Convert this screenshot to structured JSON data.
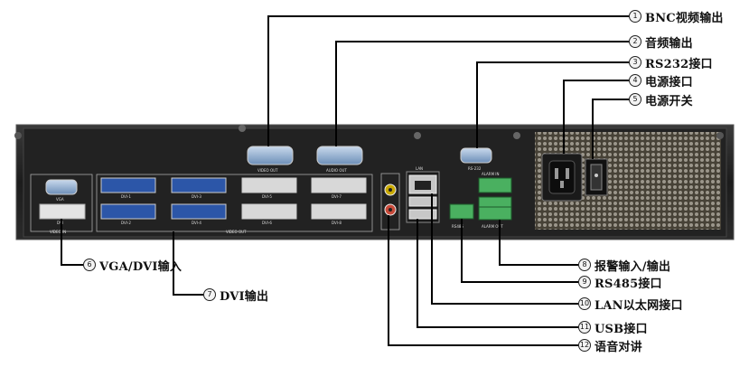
{
  "callouts": [
    {
      "num": "1",
      "text": "BNC视频输出"
    },
    {
      "num": "2",
      "text": "音频输出"
    },
    {
      "num": "3",
      "text": "RS232接口"
    },
    {
      "num": "4",
      "text": "电源接口"
    },
    {
      "num": "5",
      "text": "电源开关"
    },
    {
      "num": "6",
      "text": "VGA/DVI输入"
    },
    {
      "num": "7",
      "text": "DVI输出"
    },
    {
      "num": "8",
      "text": "报警输入/输出"
    },
    {
      "num": "9",
      "text": "RS485接口"
    },
    {
      "num": "10",
      "text": "LAN以太网接口"
    },
    {
      "num": "11",
      "text": "USB接口"
    },
    {
      "num": "12",
      "text": "语音对讲"
    }
  ],
  "panel_labels": {
    "video_out_top": "VIDEO OUT",
    "audio_out": "AUDIO OUT",
    "rs232": "RS-232",
    "lan": "LAN",
    "alarm_in": "ALARM IN",
    "alarm_out": "ALARM OUT",
    "rs485": "RS485",
    "video_in": "VIDEO IN",
    "video_out_bottom": "VIDEO OUT",
    "vga": "VGA",
    "dvi": "DVI",
    "dvi_outputs": [
      "DVI-1",
      "DVI-3",
      "DVI-5",
      "DVI-7",
      "DVI-2",
      "DVI-4",
      "DVI-6",
      "DVI-8"
    ]
  }
}
